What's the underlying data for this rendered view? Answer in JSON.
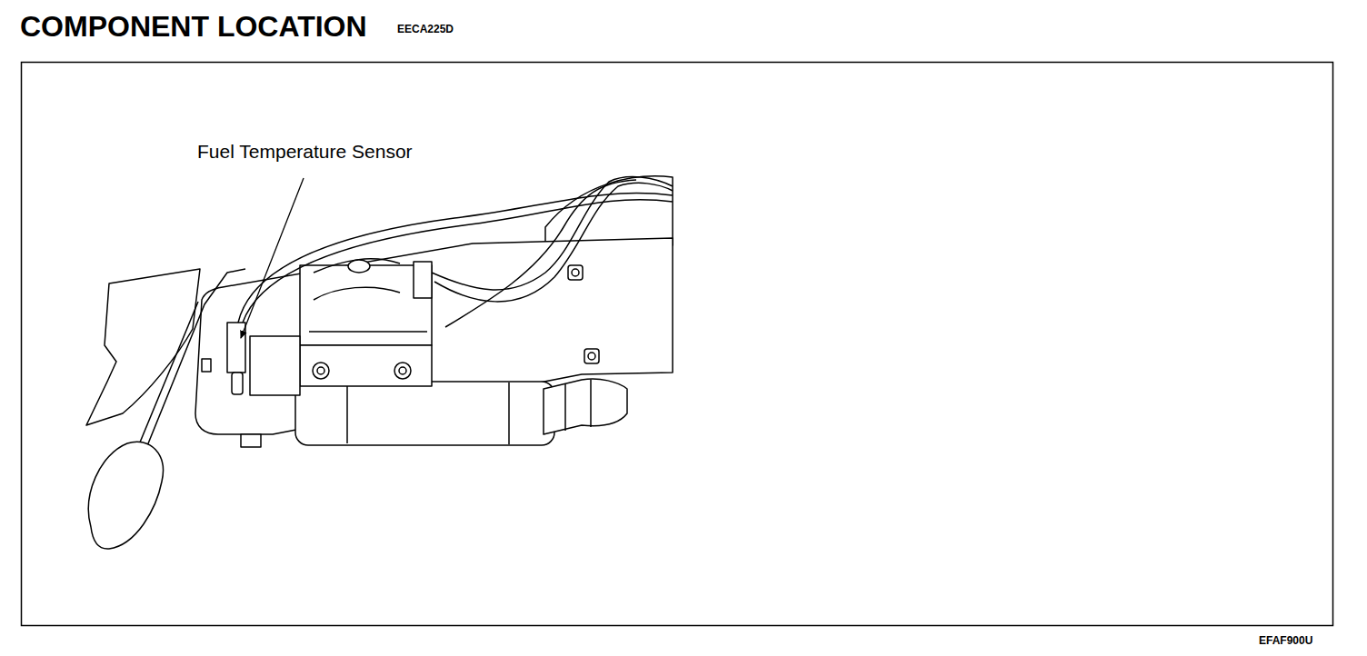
{
  "diagram": {
    "title": "COMPONENT LOCATION",
    "labels": [
      "EECA225D",
      "Fuel Temperature Sensor",
      "EFAF900U"
    ]
  }
}
